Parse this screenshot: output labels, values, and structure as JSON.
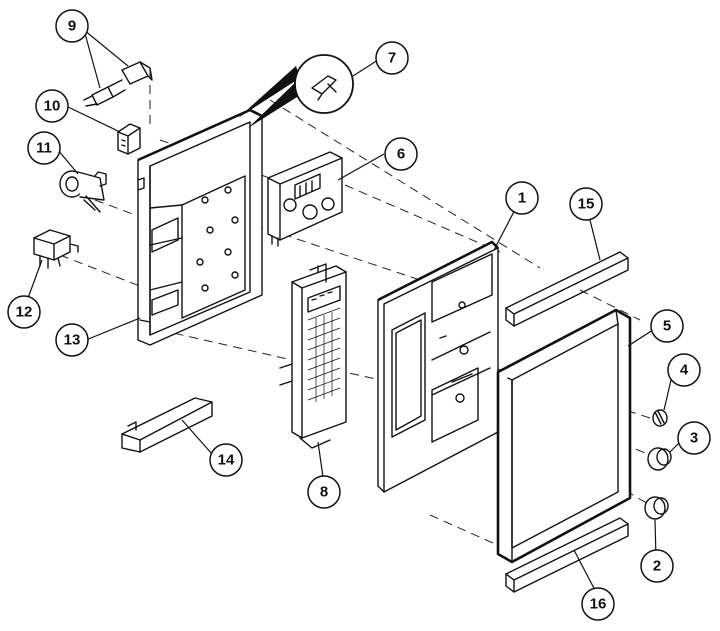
{
  "callouts": [
    {
      "id": "c1",
      "label": "1"
    },
    {
      "id": "c2",
      "label": "2"
    },
    {
      "id": "c3",
      "label": "3"
    },
    {
      "id": "c4",
      "label": "4"
    },
    {
      "id": "c5",
      "label": "5"
    },
    {
      "id": "c6",
      "label": "6"
    },
    {
      "id": "c7",
      "label": "7"
    },
    {
      "id": "c8",
      "label": "8"
    },
    {
      "id": "c9",
      "label": "9"
    },
    {
      "id": "c10",
      "label": "10"
    },
    {
      "id": "c11",
      "label": "11"
    },
    {
      "id": "c12",
      "label": "12"
    },
    {
      "id": "c13",
      "label": "13"
    },
    {
      "id": "c14",
      "label": "14"
    },
    {
      "id": "c15",
      "label": "15"
    },
    {
      "id": "c16",
      "label": "16"
    }
  ],
  "colors": {
    "line": "#111111",
    "background": "#ffffff"
  }
}
